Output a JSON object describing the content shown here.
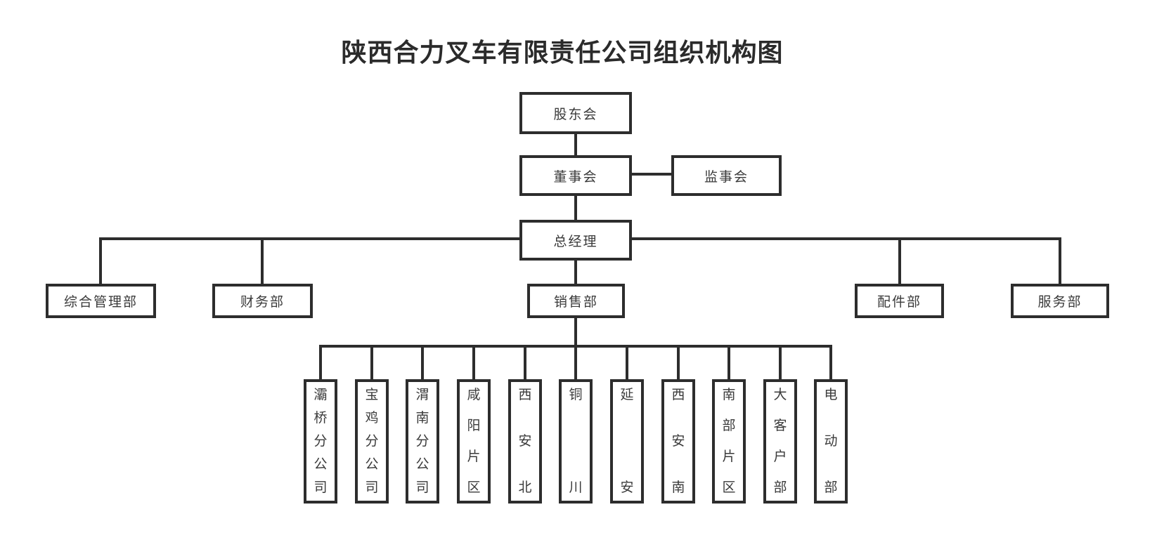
{
  "title": "陕西合力叉车有限责任公司组织机构图",
  "org": {
    "shareholders": {
      "label": "股东会"
    },
    "board": {
      "label": "董事会"
    },
    "supervisory": {
      "label": "监事会"
    },
    "general_manager": {
      "label": "总经理"
    },
    "departments": [
      {
        "label": "综合管理部"
      },
      {
        "label": "财务部"
      },
      {
        "label": "销售部"
      },
      {
        "label": "配件部"
      },
      {
        "label": "服务部"
      }
    ],
    "sales_units": [
      {
        "label": "灞桥分公司"
      },
      {
        "label": "宝鸡分公司"
      },
      {
        "label": "渭南分公司"
      },
      {
        "label": "咸阳片区"
      },
      {
        "label": "西安北"
      },
      {
        "label": "铜川"
      },
      {
        "label": "延安"
      },
      {
        "label": "西安南"
      },
      {
        "label": "南部片区"
      },
      {
        "label": "大客户部"
      },
      {
        "label": "电动部"
      }
    ]
  },
  "colors": {
    "line": "#2d2d2d",
    "box_border": "#2d2d2d",
    "text": "#3a3a3a",
    "background": "#ffffff"
  }
}
